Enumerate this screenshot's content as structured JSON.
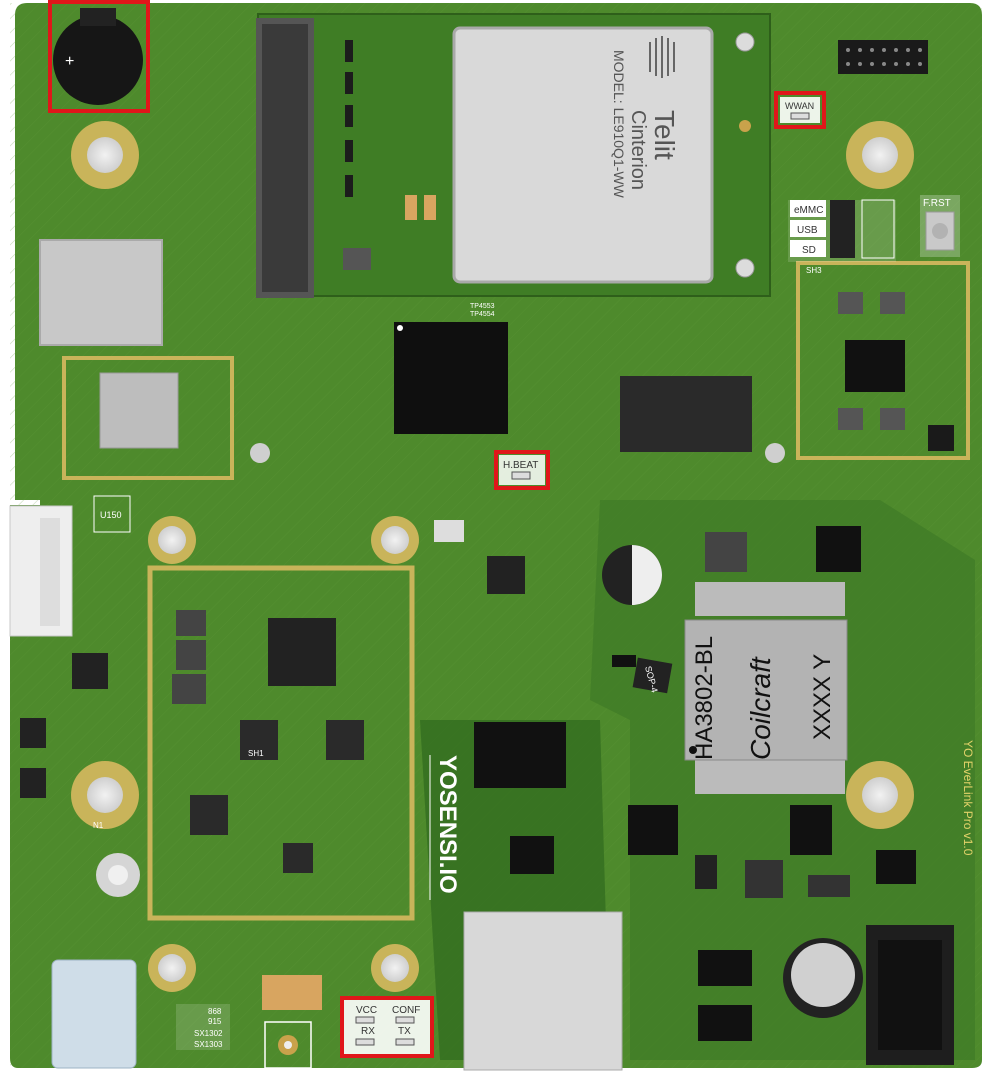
{
  "colors": {
    "board": "#4e8a2c",
    "board_dark": "#3c7222",
    "gold": "#c9b45a",
    "highlight": "#e0161a",
    "chip": "#1a1a1a",
    "silk": "#ffffff"
  },
  "modem": {
    "brand_line1": "Telit",
    "brand_line2": "Cinterion",
    "model": "MODEL: LE910Q1-WW"
  },
  "inductor": {
    "part": "HA3802-BL",
    "brand": "Coilcraft",
    "code": "XXXX Y"
  },
  "brand_logo": "YOSENSI.IO",
  "board_name": "YO EverLink Pro v1.0",
  "leds": {
    "wwan": "WWAN",
    "heartbeat": "H.BEAT",
    "vcc": "VCC",
    "conf": "CONF",
    "rx": "RX",
    "tx": "TX"
  },
  "boot_select": {
    "emmc": "eMMC",
    "usb": "USB",
    "sd": "SD"
  },
  "reset_button": "F.RST",
  "lora_bands": [
    "868",
    "915",
    "SX1302",
    "SX1303"
  ],
  "small_labels": {
    "sh1": "SH1",
    "sh3": "SH3",
    "sop4": "SOP-4",
    "u150": "U150",
    "n1": "N1",
    "tp": "TP4553",
    "tp2": "TP4554"
  }
}
